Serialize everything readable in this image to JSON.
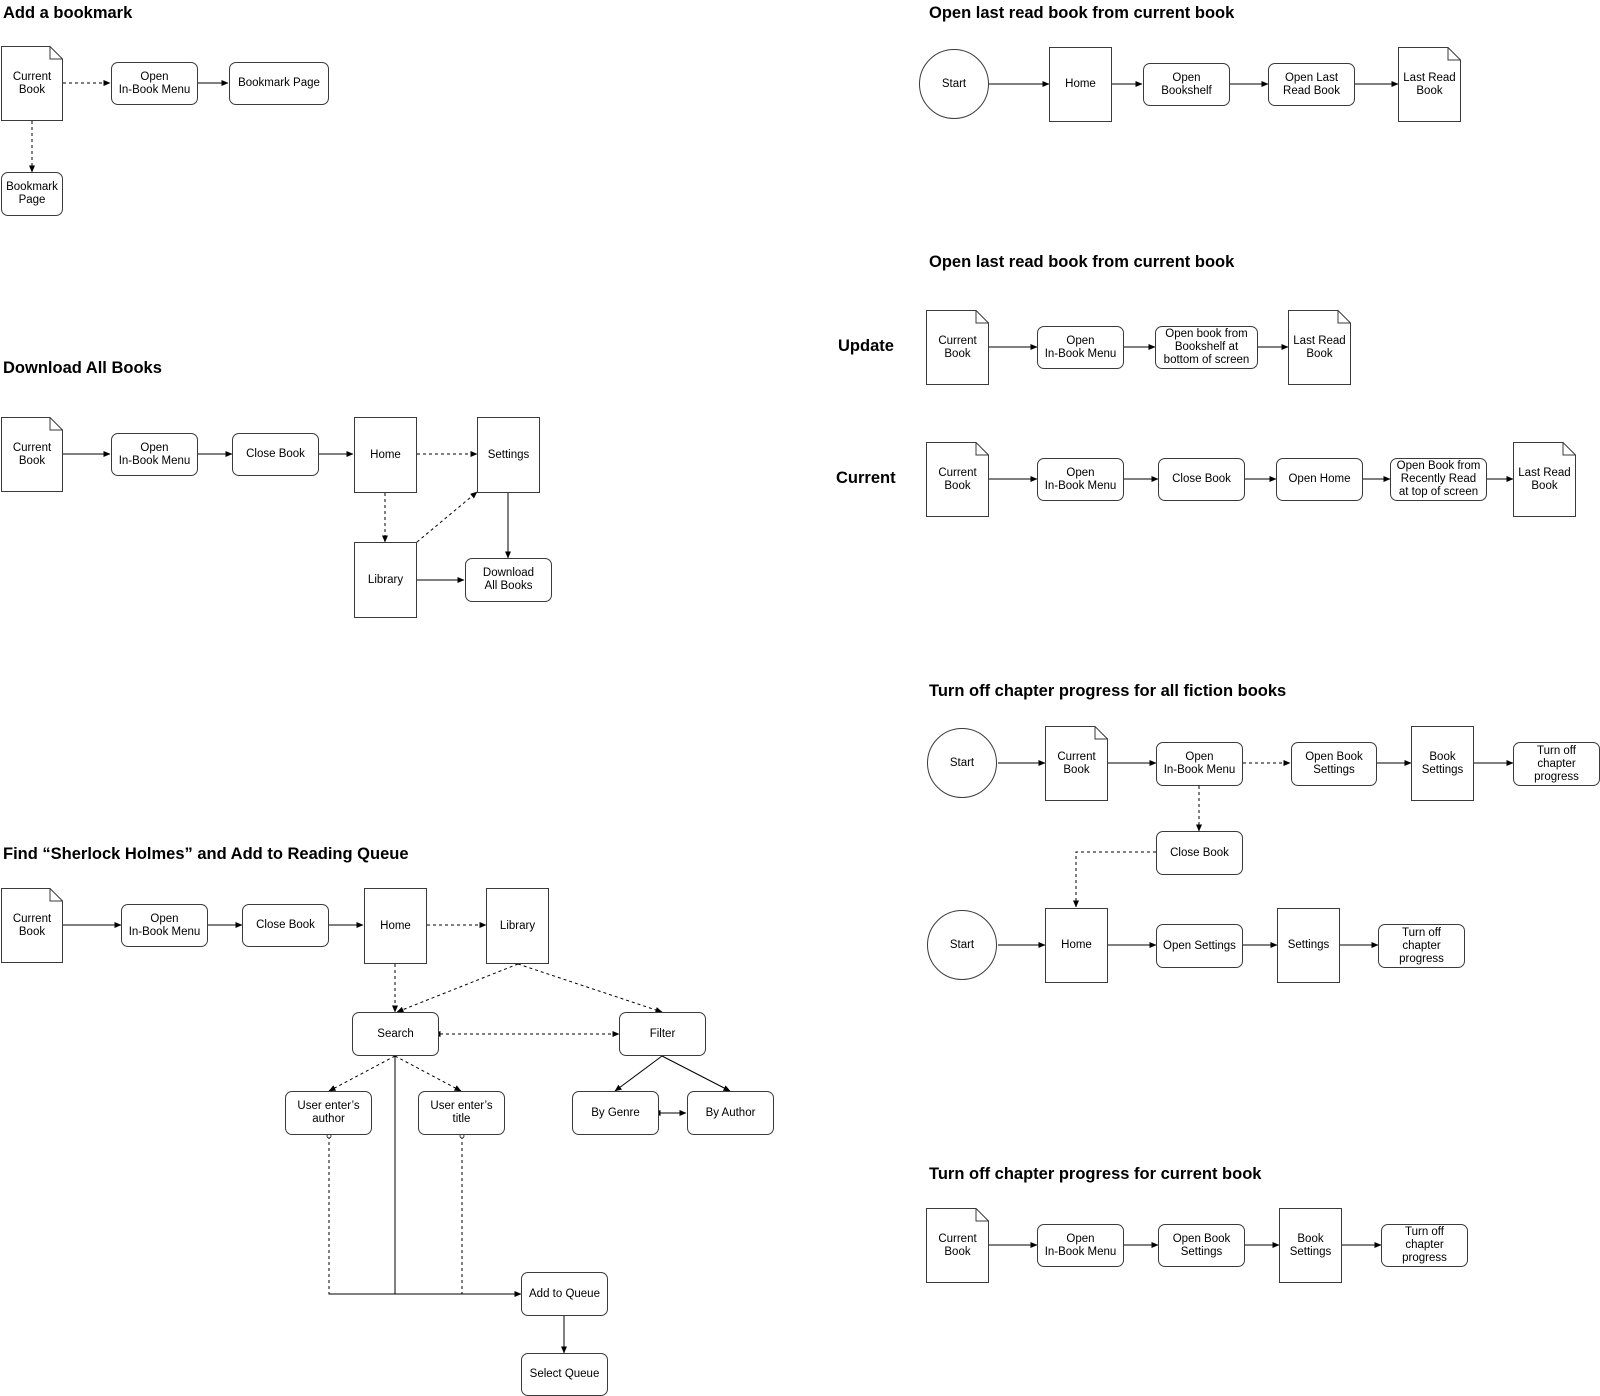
{
  "flows": {
    "bookmark": {
      "title": "Add a bookmark",
      "current_book": "Current\nBook",
      "open_menu": "Open\nIn-Book Menu",
      "bookmark_page_a": "Bookmark Page",
      "bookmark_page_b": "Bookmark\nPage"
    },
    "last_read_a": {
      "title": "Open last read book from current book",
      "start": "Start",
      "home": "Home",
      "open_bookshelf": "Open\nBookshelf",
      "open_last_read": "Open Last\nRead Book",
      "last_read_book": "Last Read\nBook"
    },
    "last_read_b": {
      "title": "Open last read book from current book",
      "update_label": "Update",
      "current_label": "Current",
      "update": {
        "current_book": "Current\nBook",
        "open_menu": "Open\nIn-Book Menu",
        "open_from_bookshelf": "Open book from\nBookshelf at\nbottom of screen",
        "last_read_book": "Last Read\nBook"
      },
      "current": {
        "current_book": "Current\nBook",
        "open_menu": "Open\nIn-Book Menu",
        "close_book": "Close Book",
        "open_home": "Open Home",
        "open_recently_read": "Open Book from\nRecently Read\nat top of screen",
        "last_read_book": "Last Read\nBook"
      }
    },
    "download": {
      "title": "Download All Books",
      "current_book": "Current\nBook",
      "open_menu": "Open\nIn-Book Menu",
      "close_book": "Close Book",
      "home": "Home",
      "settings": "Settings",
      "library": "Library",
      "download_all": "Download\nAll Books"
    },
    "chapter_fiction": {
      "title": "Turn off chapter progress for all fiction books",
      "start_1": "Start",
      "current_book": "Current\nBook",
      "open_menu": "Open\nIn-Book Menu",
      "open_book_settings": "Open Book\nSettings",
      "book_settings": "Book\nSettings",
      "turn_off_1": "Turn off\nchapter\nprogress",
      "close_book": "Close Book",
      "start_2": "Start",
      "home": "Home",
      "open_settings": "Open Settings",
      "settings": "Settings",
      "turn_off_2": "Turn off\nchapter\nprogress"
    },
    "sherlock": {
      "title": "Find “Sherlock Holmes” and Add to Reading Queue",
      "current_book": "Current\nBook",
      "open_menu": "Open\nIn-Book Menu",
      "close_book": "Close Book",
      "home": "Home",
      "library": "Library",
      "search": "Search",
      "filter": "Filter",
      "user_author": "User enter’s\nauthor",
      "user_title": "User enter’s\ntitle",
      "by_genre": "By Genre",
      "by_author": "By Author",
      "add_queue": "Add to Queue",
      "select_queue": "Select Queue"
    },
    "chapter_current": {
      "title": "Turn off chapter progress for current book",
      "current_book": "Current\nBook",
      "open_menu": "Open\nIn-Book Menu",
      "open_book_settings": "Open Book\nSettings",
      "book_settings": "Book\nSettings",
      "turn_off": "Turn off\nchapter\nprogress"
    }
  }
}
